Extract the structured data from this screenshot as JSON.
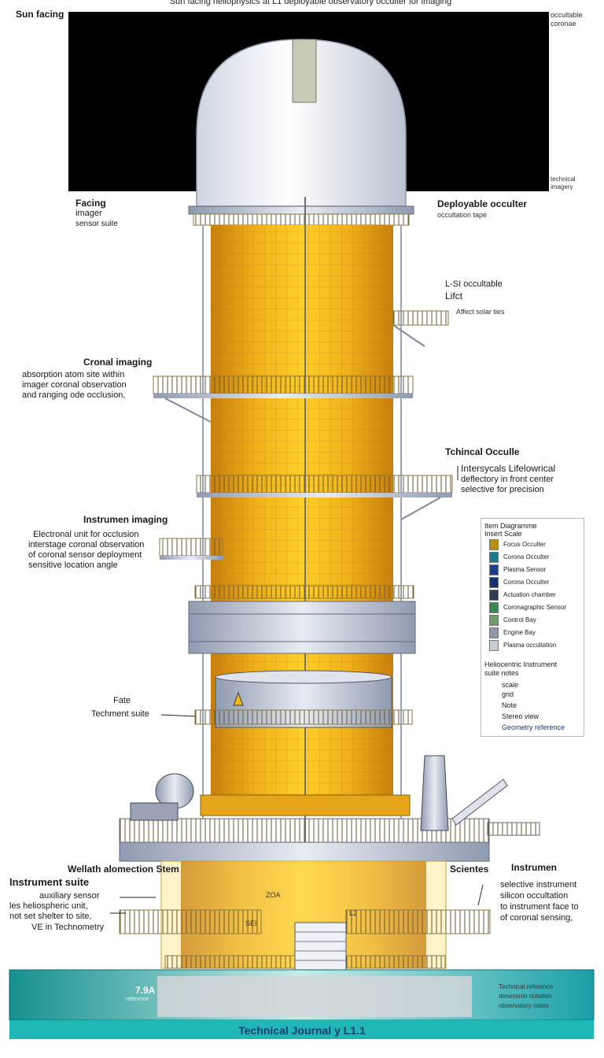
{
  "title": "Sun facing heliophysics at L1 deployable observatory occulter for imaging",
  "labels": {
    "top_left": "Sun facing",
    "top_right_1": "occultable",
    "top_right_2": "coronae",
    "right_small_1": "technical",
    "right_small_2": "imagery",
    "facing_1": "Facing",
    "facing_2": "imager",
    "facing_3": "sensor suite",
    "occulter_1": "Deployable occulter",
    "occulter_2": "occultation tape",
    "lsi_1": "L-SI occultable",
    "lsi_2": "Lifct",
    "lsi_3": "Affect solar ties",
    "coronal_title": "Cronal imaging",
    "coronal_1": "absorption atom site within",
    "coronal_2": "imager coronal observation",
    "coronal_3": "and ranging ode occlusion,",
    "tech_title": "Tchincal Occulle",
    "tech_1": "Intersycals Lifelowrical",
    "tech_2": "deflectory in front center",
    "tech_3": "selective for precision",
    "instr_title": "Instrumen imaging",
    "instr_1": "Electronal unit for occlusion",
    "instr_2": "interstage coronal observation",
    "instr_3": "of coronal sensor deployment",
    "instr_4": "sensitive location angle",
    "fate_1": "Fate",
    "fate_2": "Techment suite",
    "bottom_left_title": "Wellath alomection Stem",
    "bottom_left_2": "Instrument suite",
    "bottom_left_3": "auxiliary sensor",
    "bottom_left_4": "les heliospheric unit,",
    "bottom_left_5": "not set shelter to site,",
    "bottom_left_6": "VE in Technometry",
    "bottom_right_title": "Scientes",
    "bottom_right_title2": "Instrumen",
    "bottom_right_1": "selective instrument",
    "bottom_right_2": "silicon occultation",
    "bottom_right_3": "to instrument face to",
    "bottom_right_4": "of coronal sensing,",
    "panel_1": "ZOA",
    "panel_2": "SEI",
    "panel_3": "L2",
    "base_left": "7.9A",
    "base_left_sub": "reference",
    "base_right_1": "Technical reference",
    "base_right_2": "dimension notation",
    "base_right_3": "observatory notes",
    "footer": "Technical Journal y L1.1"
  },
  "legend": {
    "title_1": "Item Diagramme",
    "title_2": "Insert Scale",
    "items": [
      {
        "label": "Focus Occulter",
        "color": "#b8920c"
      },
      {
        "label": "Corona Occulter",
        "color": "#1a7d8c"
      },
      {
        "label": "Plasma Sensor",
        "color": "#1e3d8a"
      },
      {
        "label": "Corona Occulter",
        "color": "#173070"
      },
      {
        "label": "Actuation chamber",
        "color": "#2f3b4e"
      },
      {
        "label": "Coronagraphic Sensor",
        "color": "#3c8a52"
      },
      {
        "label": "Control Bay",
        "color": "#6e9a6a"
      },
      {
        "label": "Engine Bay",
        "color": "#8f98aa"
      },
      {
        "label": "Plasma occultation",
        "color": "#c8ccd4"
      }
    ],
    "sub_1": "Heliocentric Instrument",
    "sub_2": "suite notes",
    "small_1": "scale",
    "small_2": "grid",
    "small_3": "Note",
    "small_4": "Stereo view",
    "small_5": "Geometry reference"
  },
  "colors": {
    "sky": "#000000",
    "core_yellow": "#f3b81a",
    "core_orange": "#d98a10",
    "metal": "#b8c2d2",
    "dome": "#e9edf3",
    "ground": "#1aa0a8"
  }
}
